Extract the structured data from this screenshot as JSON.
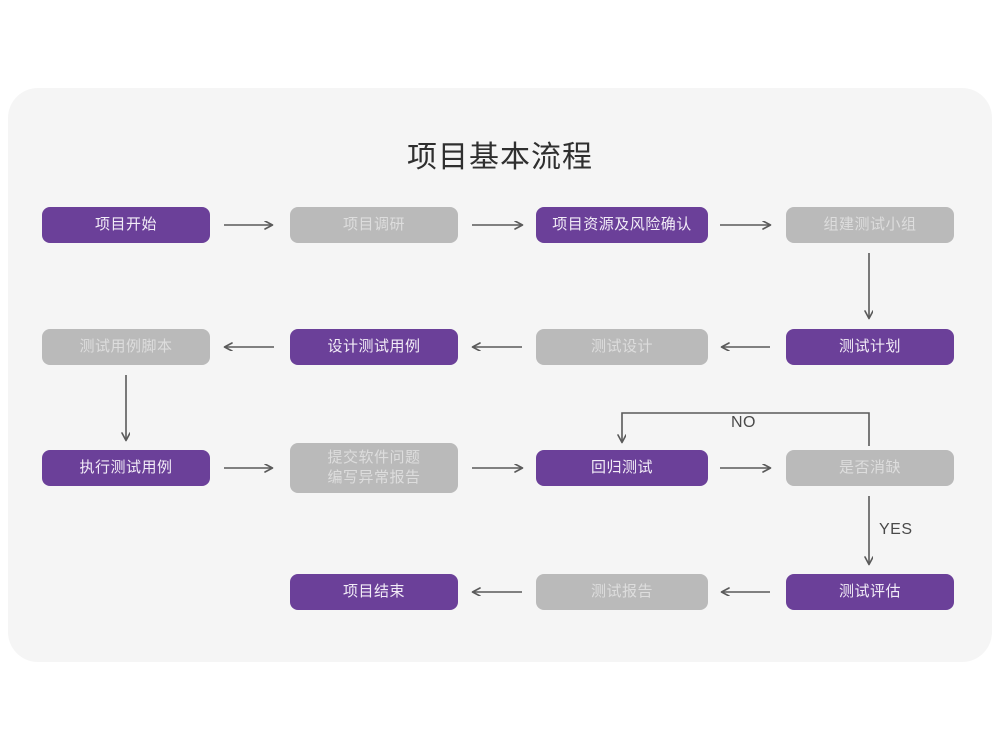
{
  "diagram": {
    "title": "项目基本流程",
    "colors": {
      "purple": "#6b4099",
      "gray": "#bababa",
      "panel_background": "#f5f5f5",
      "page_background": "#ffffff",
      "arrow": "#5a5a5a",
      "title_text": "#2f2f2f"
    },
    "nodes": [
      {
        "id": "n1",
        "label": "项目开始",
        "style": "purple",
        "row": 1
      },
      {
        "id": "n2",
        "label": "项目调研",
        "style": "gray",
        "row": 1
      },
      {
        "id": "n3",
        "label": "项目资源及风险确认",
        "style": "purple",
        "row": 1
      },
      {
        "id": "n4",
        "label": "组建测试小组",
        "style": "gray",
        "row": 1
      },
      {
        "id": "n5",
        "label": "测试用例脚本",
        "style": "gray",
        "row": 2
      },
      {
        "id": "n6",
        "label": "设计测试用例",
        "style": "purple",
        "row": 2
      },
      {
        "id": "n7",
        "label": "测试设计",
        "style": "gray",
        "row": 2
      },
      {
        "id": "n8",
        "label": "测试计划",
        "style": "purple",
        "row": 2
      },
      {
        "id": "n9",
        "label": "执行测试用例",
        "style": "purple",
        "row": 3
      },
      {
        "id": "n10",
        "label": "提交软件问题\n编写异常报告",
        "style": "gray",
        "row": 3
      },
      {
        "id": "n11",
        "label": "回归测试",
        "style": "purple",
        "row": 3
      },
      {
        "id": "n12",
        "label": "是否消缺",
        "style": "gray",
        "row": 3
      },
      {
        "id": "n13",
        "label": "项目结束",
        "style": "purple",
        "row": 4
      },
      {
        "id": "n14",
        "label": "测试报告",
        "style": "gray",
        "row": 4
      },
      {
        "id": "n15",
        "label": "测试评估",
        "style": "purple",
        "row": 4
      }
    ],
    "edge_labels": {
      "no": "NO",
      "yes": "YES"
    },
    "edges": [
      {
        "from": "n1",
        "to": "n2",
        "direction": "right"
      },
      {
        "from": "n2",
        "to": "n3",
        "direction": "right"
      },
      {
        "from": "n3",
        "to": "n4",
        "direction": "right"
      },
      {
        "from": "n4",
        "to": "n8",
        "direction": "down"
      },
      {
        "from": "n8",
        "to": "n7",
        "direction": "left"
      },
      {
        "from": "n7",
        "to": "n6",
        "direction": "left"
      },
      {
        "from": "n6",
        "to": "n5",
        "direction": "left"
      },
      {
        "from": "n5",
        "to": "n9",
        "direction": "down"
      },
      {
        "from": "n9",
        "to": "n10",
        "direction": "right"
      },
      {
        "from": "n10",
        "to": "n11",
        "direction": "right"
      },
      {
        "from": "n11",
        "to": "n12",
        "direction": "right"
      },
      {
        "from": "n12",
        "to": "n11",
        "direction": "loop-up-left",
        "label": "NO"
      },
      {
        "from": "n12",
        "to": "n15",
        "direction": "down",
        "label": "YES"
      },
      {
        "from": "n15",
        "to": "n14",
        "direction": "left"
      },
      {
        "from": "n14",
        "to": "n13",
        "direction": "left"
      }
    ]
  }
}
